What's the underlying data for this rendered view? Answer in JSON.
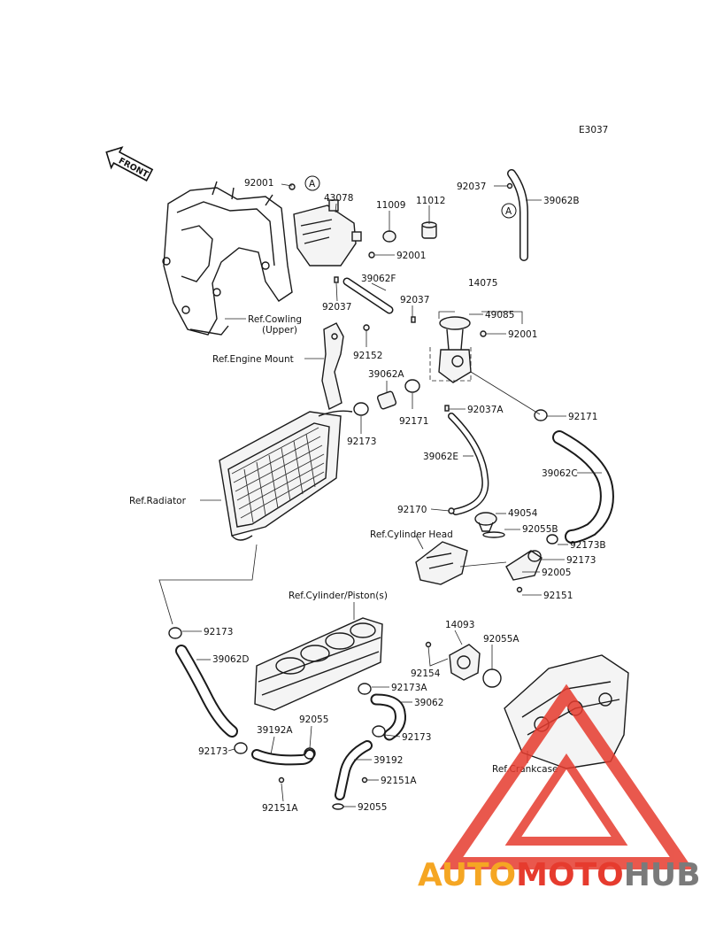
{
  "diagram_code": "E3037",
  "front_label": "FRONT",
  "callout_letter": "A",
  "watermark": {
    "part1": "AUTO",
    "part2": "MOTO",
    "part3": "HUB",
    "color1": "#f5a623",
    "color2": "#e63b2e",
    "color3": "#7a7a7a"
  },
  "part_numbers": {
    "p92001_top": "92001",
    "p43078": "43078",
    "p11009": "11009",
    "p11012": "11012",
    "p92037_tr": "92037",
    "p39062B": "39062B",
    "p92001_mid": "92001",
    "p39062F": "39062F",
    "p92037_l": "92037",
    "p92037_m": "92037",
    "p14075": "14075",
    "p49085": "49085",
    "p92001_r": "92001",
    "p92152": "92152",
    "p39062A": "39062A",
    "p92171_l": "92171",
    "p92171_r": "92171",
    "p92037A": "92037A",
    "p92173_rad": "92173",
    "p39062E": "39062E",
    "p39062C": "39062C",
    "p92170": "92170",
    "p49054": "49054",
    "p92055B": "92055B",
    "p92173B": "92173B",
    "p92173_th": "92173",
    "p92005": "92005",
    "p92151_r": "92151",
    "p92173_lo": "92173",
    "p14093": "14093",
    "p92055A": "92055A",
    "p92154": "92154",
    "p39062D": "39062D",
    "p92173A": "92173A",
    "p39062": "39062",
    "p92055_m": "92055",
    "p39192A": "39192A",
    "p92173_b1": "92173",
    "p92173_b2": "92173",
    "p39192": "39192",
    "p92151A_l": "92151A",
    "p92151A_r": "92151A",
    "p92055_b": "92055"
  },
  "references": {
    "cowling": "Ref.Cowling",
    "cowling_sub": "(Upper)",
    "engine_mount": "Ref.Engine Mount",
    "radiator": "Ref.Radiator",
    "cylinder_head": "Ref.Cylinder Head",
    "cylinder_piston": "Ref.Cylinder/Piston(s)",
    "crankcase": "Ref.Crankcase"
  }
}
